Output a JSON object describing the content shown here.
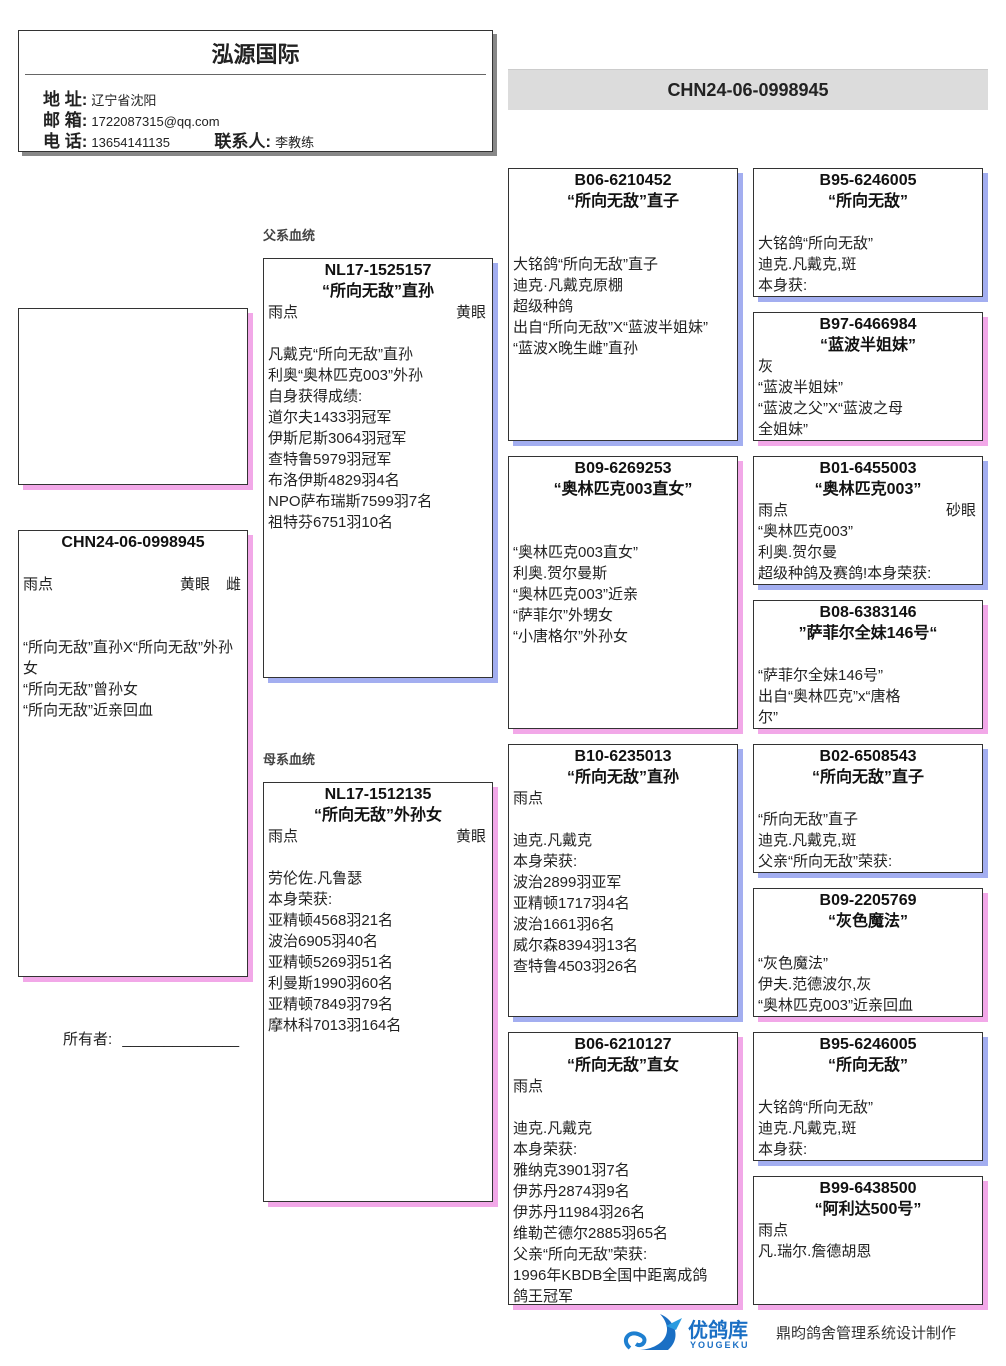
{
  "header": {
    "title": "泓源国际",
    "address_label": "地 址:",
    "address": "辽宁省沈阳",
    "email_label": "邮 箱:",
    "email": "1722087315@qq.com",
    "phone_label": "电 话:",
    "phone": "13654141135",
    "contact_label": "联系人:",
    "contact": "李教练"
  },
  "banner_ring": "CHN24-06-0998945",
  "labels": {
    "sire_line": "父系血统",
    "dam_line": "母系血统",
    "owner": "所有者:",
    "owner_blank": "______________"
  },
  "footer": {
    "logo_cn": "优鸽库",
    "logo_en": "YOUGEKU",
    "credit": "鼎昀鸽舍管理系统设计制作"
  },
  "subject": {
    "ring": "CHN24-06-0998945",
    "rows": [
      {
        "t": ""
      },
      {
        "l": "雨点",
        "r": [
          "黄眼",
          "雌"
        ]
      },
      {
        "t": ""
      },
      {
        "t": ""
      },
      {
        "t": "“所向无敌”直孙X“所向无敌”外孙女",
        "wrap": true
      },
      {
        "t": "“所向无敌”曾孙女"
      },
      {
        "t": "“所向无敌”近亲回血"
      }
    ]
  },
  "sire": {
    "ring": "NL17-1525157",
    "name": "“所向无敌”直孙",
    "rows": [
      {
        "l": "雨点",
        "r": [
          "黄眼"
        ]
      },
      {
        "t": ""
      },
      {
        "t": "凡戴克“所向无敌”直孙"
      },
      {
        "t": "利奥“奥林匹克003”外孙"
      },
      {
        "t": "自身获得成绩:"
      },
      {
        "t": "道尔夫1433羽冠军"
      },
      {
        "t": "伊斯尼斯3064羽冠军"
      },
      {
        "t": "查特鲁5979羽冠军"
      },
      {
        "t": "布洛伊斯4829羽4名"
      },
      {
        "t": "NPO萨布瑞斯7599羽7名"
      },
      {
        "t": "祖特芬6751羽10名"
      }
    ]
  },
  "dam": {
    "ring": "NL17-1512135",
    "name": "“所向无敌”外孙女",
    "rows": [
      {
        "l": "雨点",
        "r": [
          "黄眼"
        ]
      },
      {
        "t": ""
      },
      {
        "t": "劳伦佐.凡鲁瑟"
      },
      {
        "t": "本身荣获:"
      },
      {
        "t": "亚精顿4568羽21名"
      },
      {
        "t": "波治6905羽40名"
      },
      {
        "t": "亚精顿5269羽51名"
      },
      {
        "t": "利曼斯1990羽60名"
      },
      {
        "t": "亚精顿7849羽79名"
      },
      {
        "t": "摩林科7013羽164名"
      }
    ]
  },
  "gen2": [
    {
      "ring": "B06-6210452",
      "name": "“所向无敌”直子",
      "rows": [
        {
          "t": ""
        },
        {
          "t": ""
        },
        {
          "t": "大铭鸽“所向无敌”直子"
        },
        {
          "t": "迪克·凡戴克原棚"
        },
        {
          "t": "超级种鸽"
        },
        {
          "t": "出自“所向无敌”X“蓝波半姐妹”"
        },
        {
          "t": "“蓝波X晚生雌”直孙"
        }
      ]
    },
    {
      "ring": "B09-6269253",
      "name": "“奥林匹克003直女”",
      "rows": [
        {
          "t": ""
        },
        {
          "t": ""
        },
        {
          "t": "“奥林匹克003直女”"
        },
        {
          "t": "利奥.贺尔曼斯"
        },
        {
          "t": "“奥林匹克003”近亲"
        },
        {
          "t": "“萨菲尔”外甥女"
        },
        {
          "t": "“小唐格尔”外孙女"
        }
      ]
    },
    {
      "ring": "B10-6235013",
      "name": "“所向无敌”直孙",
      "rows": [
        {
          "t": "雨点"
        },
        {
          "t": ""
        },
        {
          "t": "迪克.凡戴克"
        },
        {
          "t": "本身荣获:"
        },
        {
          "t": "波治2899羽亚军"
        },
        {
          "t": "亚精顿1717羽4名"
        },
        {
          "t": "波治1661羽6名"
        },
        {
          "t": "威尔森8394羽13名"
        },
        {
          "t": "查特鲁4503羽26名"
        }
      ]
    },
    {
      "ring": "B06-6210127",
      "name": "“所向无敌”直女",
      "rows": [
        {
          "t": "雨点"
        },
        {
          "t": ""
        },
        {
          "t": "迪克.凡戴克"
        },
        {
          "t": "本身荣获:"
        },
        {
          "t": "雅纳克3901羽7名"
        },
        {
          "t": "伊苏丹2874羽9名"
        },
        {
          "t": "伊苏丹11984羽26名"
        },
        {
          "t": "维勒芒德尔2885羽65名"
        },
        {
          "t": "父亲“所向无敌”荣获:"
        },
        {
          "t": "1996年KBDB全国中距离成鸽"
        },
        {
          "t": "鸽王冠军"
        }
      ]
    }
  ],
  "gen3": [
    {
      "ring": "B95-6246005",
      "name": "“所向无敌”",
      "rows": [
        {
          "t": ""
        },
        {
          "t": "大铭鸽“所向无敌”"
        },
        {
          "t": "迪克.凡戴克,斑"
        },
        {
          "t": "本身获:"
        }
      ]
    },
    {
      "ring": "B97-6466984",
      "name": "“蓝波半姐妹”",
      "rows": [
        {
          "t": "灰"
        },
        {
          "t": "“蓝波半姐妹”"
        },
        {
          "t": "“蓝波之父”X“蓝波之母"
        },
        {
          "t": "全姐妹”"
        }
      ]
    },
    {
      "ring": "B01-6455003",
      "name": "“奥林匹克003”",
      "rows": [
        {
          "l": "雨点",
          "r": [
            "砂眼"
          ]
        },
        {
          "t": "“奥林匹克003”"
        },
        {
          "t": "利奥.贺尔曼"
        },
        {
          "t": "超级种鸽及赛鸽!本身荣获:"
        }
      ]
    },
    {
      "ring": "B08-6383146",
      "name": "”萨菲尔全妹146号“",
      "rows": [
        {
          "t": ""
        },
        {
          "t": "“萨菲尔全妹146号”"
        },
        {
          "t": "出自“奥林匹克”x“唐格"
        },
        {
          "t": "尔”"
        }
      ]
    },
    {
      "ring": "B02-6508543",
      "name": "“所向无敌”直子",
      "rows": [
        {
          "t": ""
        },
        {
          "t": "“所向无敌”直子"
        },
        {
          "t": "迪克.凡戴克,斑"
        },
        {
          "t": "父亲“所向无敌”荣获:"
        }
      ]
    },
    {
      "ring": "B09-2205769",
      "name": "“灰色魔法”",
      "rows": [
        {
          "t": ""
        },
        {
          "t": "“灰色魔法”"
        },
        {
          "t": "伊夫.范德波尔,灰"
        },
        {
          "t": "“奥林匹克003”近亲回血"
        }
      ]
    },
    {
      "ring": "B95-6246005",
      "name": "“所向无敌”",
      "rows": [
        {
          "t": ""
        },
        {
          "t": "大铭鸽“所向无敌”"
        },
        {
          "t": "迪克.凡戴克,斑"
        },
        {
          "t": "本身获:"
        }
      ]
    },
    {
      "ring": "B99-6438500",
      "name": "“阿利达500号”",
      "rows": [
        {
          "t": "雨点"
        },
        {
          "t": "凡.瑞尔.詹德胡恩"
        }
      ]
    }
  ]
}
